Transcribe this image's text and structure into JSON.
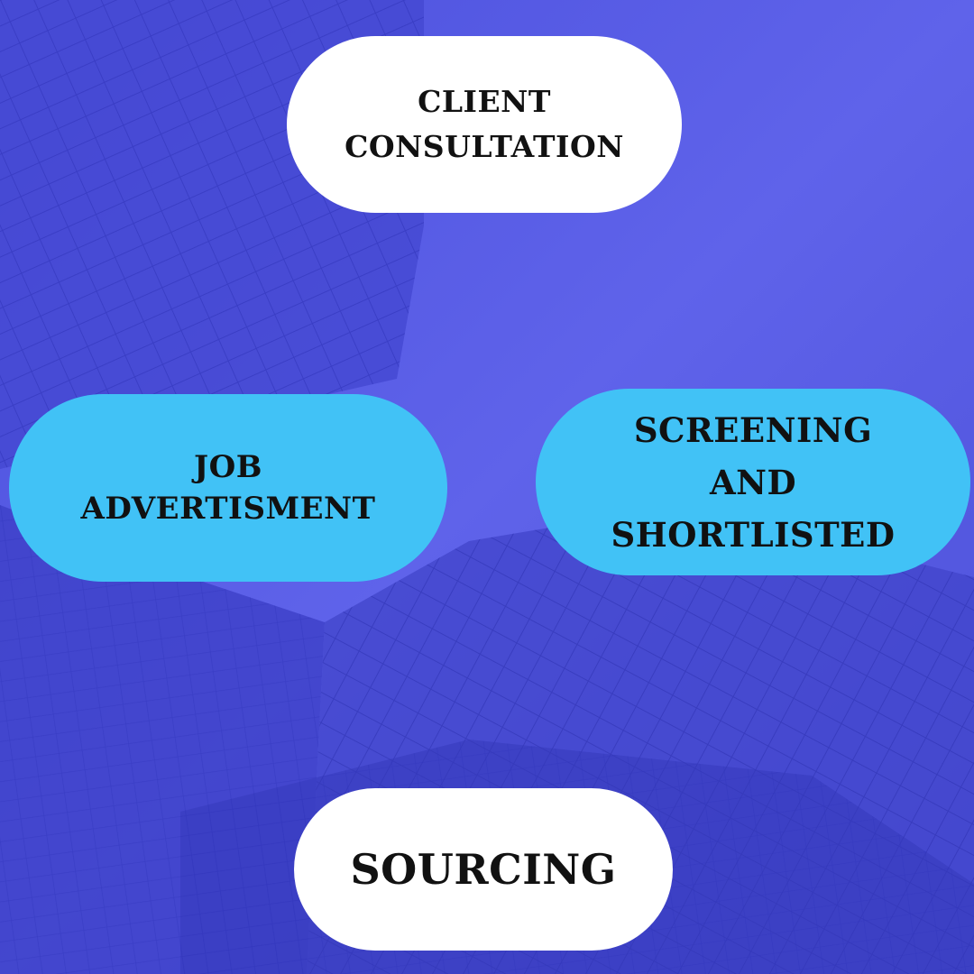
{
  "colors": {
    "background": "#5b5fe6",
    "white_pill": "#ffffff",
    "blue_pill": "#41c2f6",
    "text": "#111111"
  },
  "steps": {
    "client_consultation": {
      "label": "CLIENT\nCONSULTATION",
      "fill": "white"
    },
    "job_advertisment": {
      "label": "JOB\nADVERTISMENT",
      "fill": "light-blue"
    },
    "screening_shortlisted": {
      "label": "SCREENING\nAND\nSHORTLISTED",
      "fill": "light-blue"
    },
    "sourcing": {
      "label": "SOURCING",
      "fill": "white"
    }
  }
}
